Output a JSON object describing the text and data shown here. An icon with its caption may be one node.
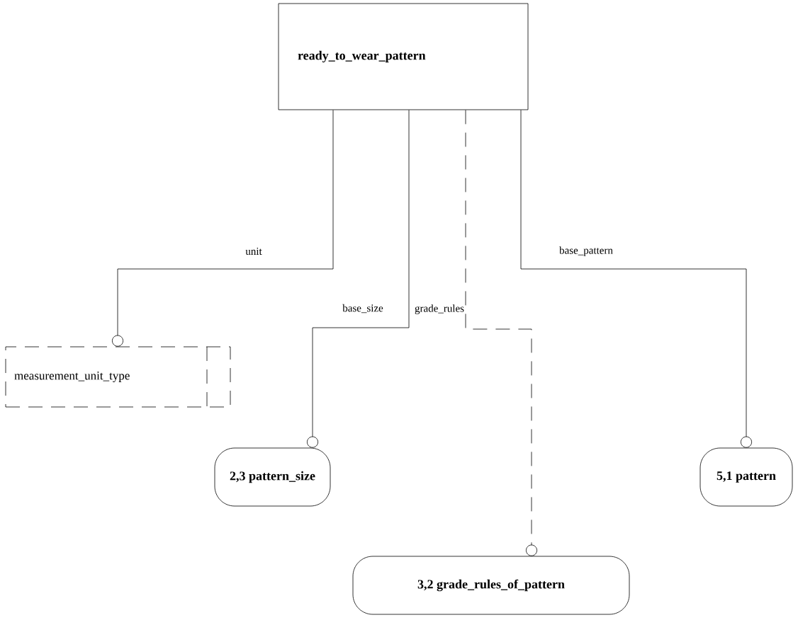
{
  "diagram": {
    "nodes": [
      {
        "text": [
          "ready_to_wear_pattern"
        ]
      },
      {
        "text": [
          "measurement_unit_type"
        ]
      },
      {
        "text": [
          "2,3 pattern_size"
        ]
      },
      {
        "text": [
          "3,2 grade_rules_of_pattern"
        ]
      },
      {
        "text": [
          "5,1 pattern"
        ]
      }
    ],
    "edges": [
      {
        "from": 0,
        "to": 1,
        "arrow": "other",
        "label": "unit"
      },
      {
        "from": 0,
        "to": 2,
        "arrow": "other",
        "label": "base_size"
      },
      {
        "from": 0,
        "to": 3,
        "arrow": "other",
        "label": "grade_rules",
        "style": "dashed"
      },
      {
        "from": 0,
        "to": 4,
        "arrow": "other",
        "label": "base_pattern"
      }
    ]
  }
}
